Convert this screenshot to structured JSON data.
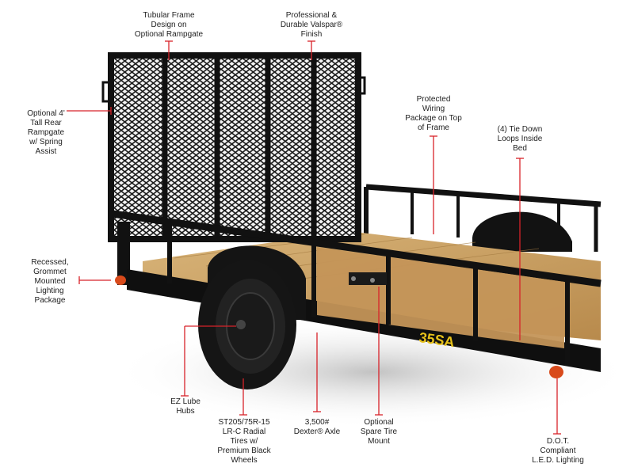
{
  "callouts": {
    "tubular_frame": [
      "Tubular Frame",
      "Design on",
      "Optional Rampgate"
    ],
    "valspar_finish": [
      "Professional &",
      "Durable Valspar®",
      "Finish"
    ],
    "rear_rampgate": [
      "Optional 4'",
      "Tall Rear",
      "Rampgate",
      "w/ Spring",
      "Assist"
    ],
    "wiring_package": [
      "Protected",
      "Wiring",
      "Package on Top",
      "of Frame"
    ],
    "tie_down_loops": [
      "(4) Tie Down",
      "Loops Inside",
      "Bed"
    ],
    "grommet_lighting": [
      "Recessed,",
      "Grommet",
      "Mounted",
      "Lighting",
      "Package"
    ],
    "ez_lube_hubs": [
      "EZ Lube",
      "Hubs"
    ],
    "tires": [
      "ST205/75R-15",
      "LR-C Radial",
      "Tires w/",
      "Premium Black",
      "Wheels"
    ],
    "axle": [
      "3,500#",
      "Dexter® Axle"
    ],
    "spare_tire_mount": [
      "Optional",
      "Spare Tire",
      "Mount"
    ],
    "led_lighting": [
      "D.O.T.",
      "Compliant",
      "L.E.D. Lighting"
    ]
  },
  "fender_decal": "35SA",
  "colors": {
    "callout_line": "#d8232a",
    "frame": "#111111",
    "wood_deck": "#c9a063",
    "decal": "#e8c21a",
    "tail_light": "#d84a1b"
  }
}
